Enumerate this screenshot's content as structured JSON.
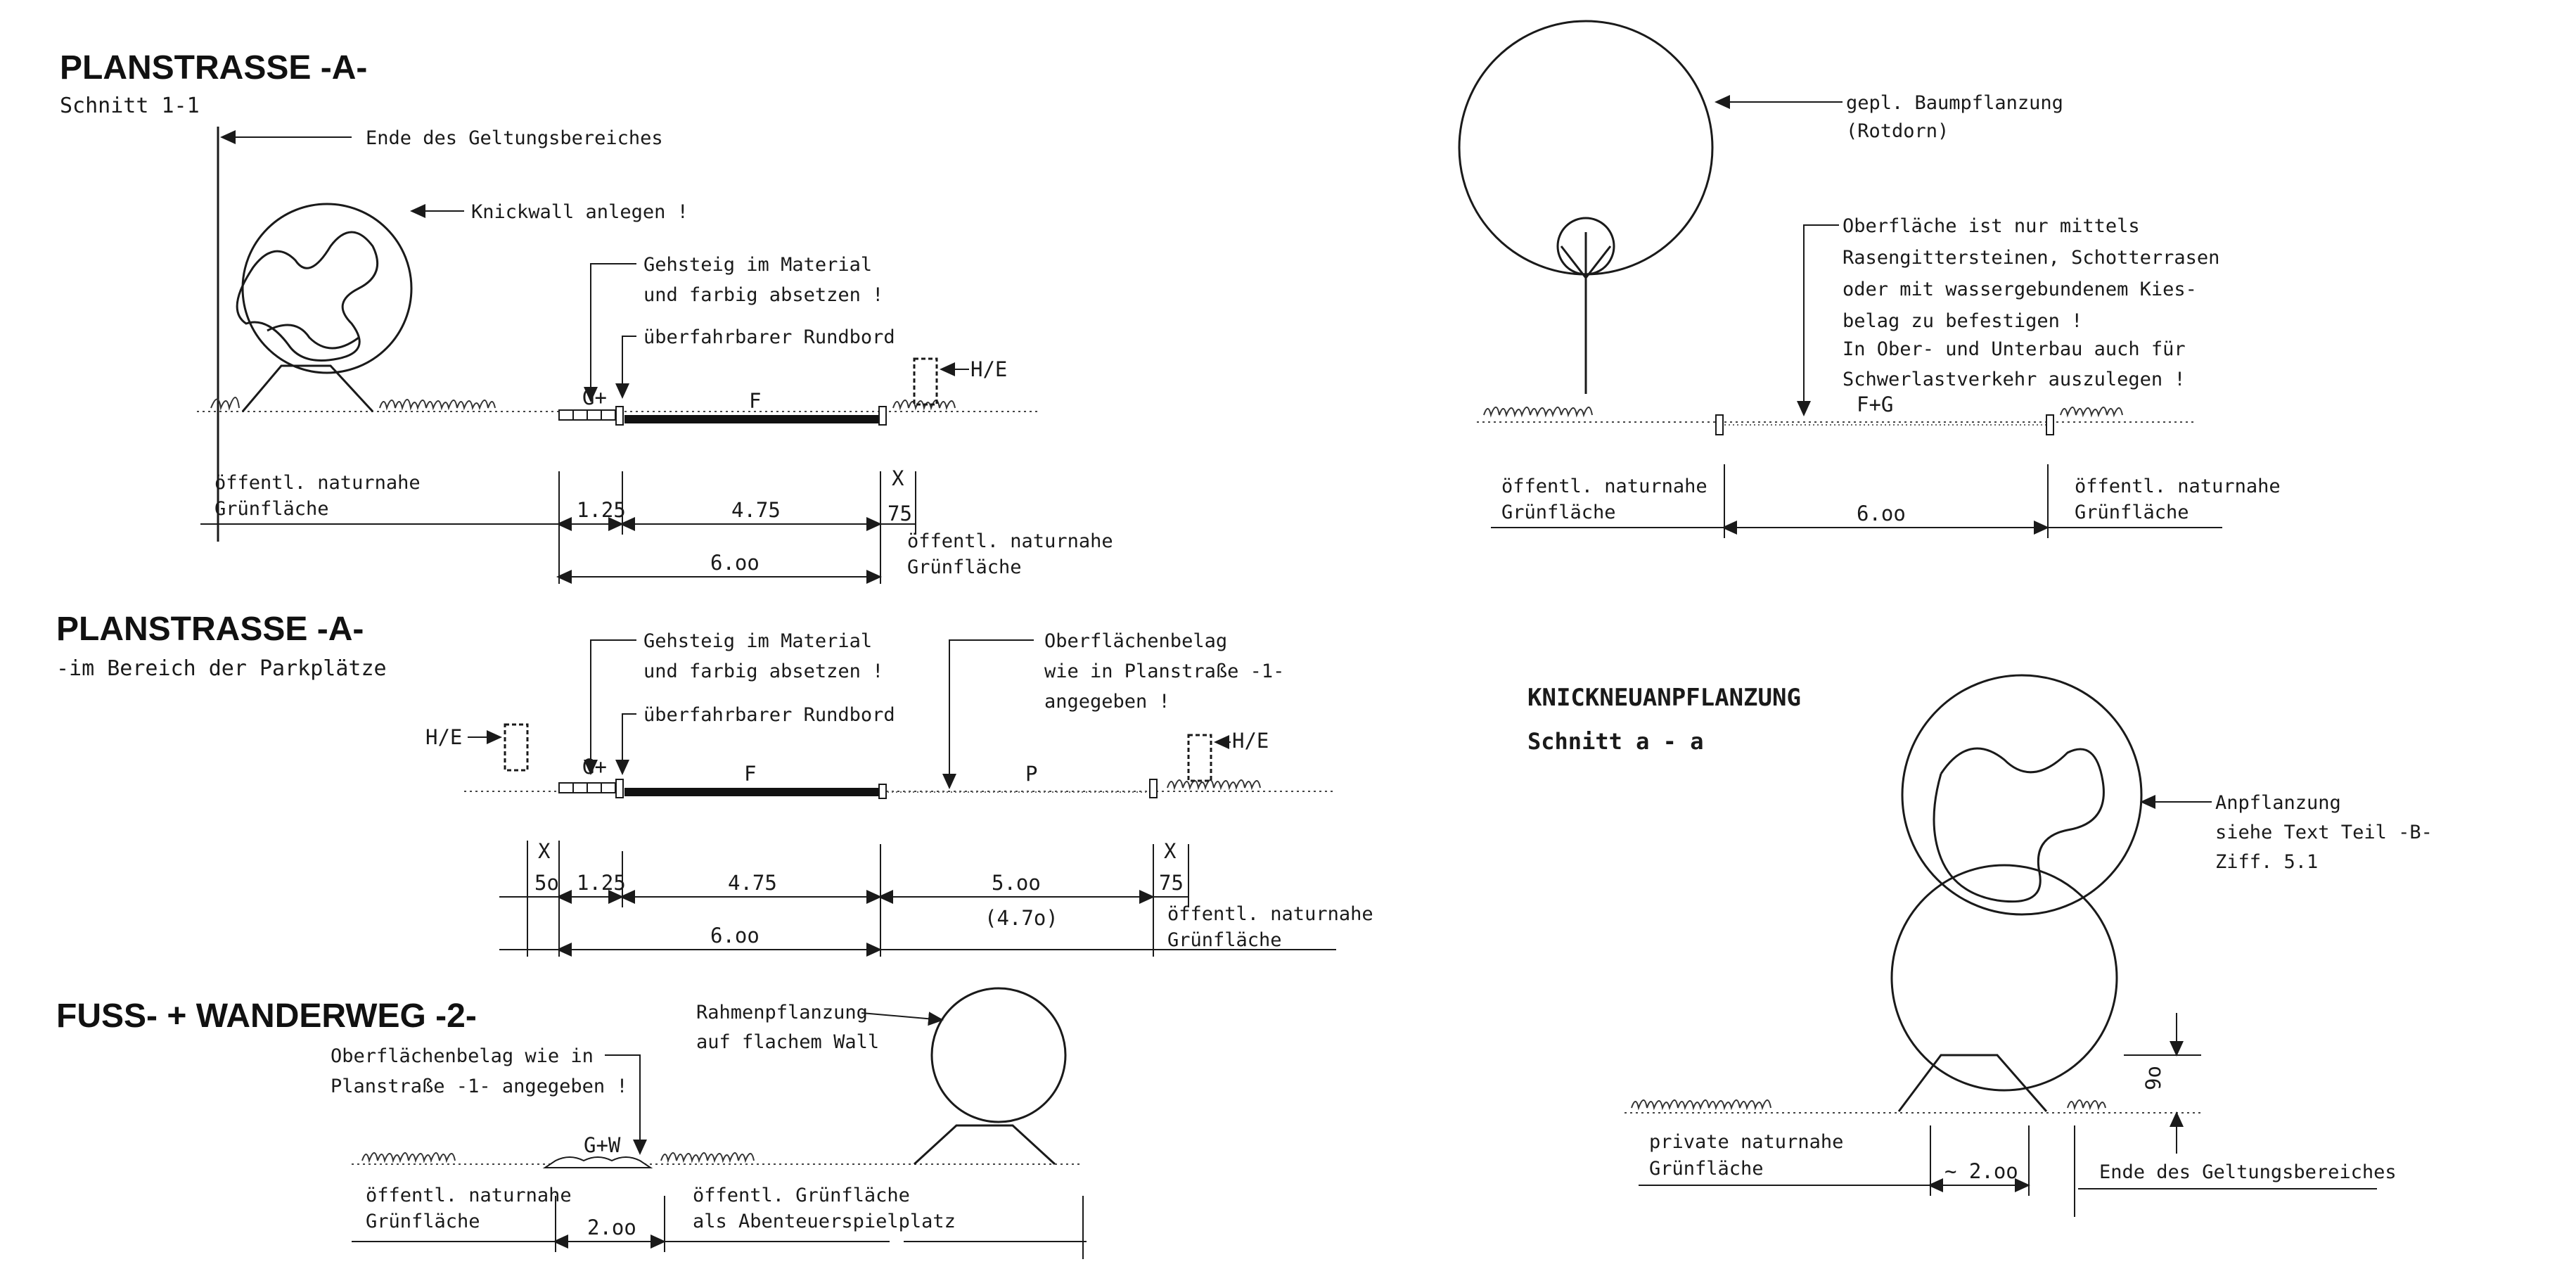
{
  "section1": {
    "title": "PLANSTRASSE -A-",
    "subtitle": "Schnitt 1-1",
    "notes": {
      "limit": "Ende des Geltungsbereiches",
      "knickwall": "Knickwall anlegen !",
      "sidewalk_1": "Gehsteig im Material",
      "sidewalk_2": "und farbig absetzen !",
      "curb": "überfahrbarer Rundbord",
      "he": "H/E",
      "g_plus": "G+",
      "f": "F",
      "green_left_1": "öffentl. naturnahe",
      "green_left_2": "Grünfläche",
      "green_right_1": "öffentl. naturnahe",
      "green_right_2": "Grünfläche",
      "x": "X"
    },
    "dims": {
      "d1": "1.25",
      "d2": "4.75",
      "d3": "75",
      "total": "6.oo"
    }
  },
  "section2": {
    "title": "PLANSTRASSE -A-",
    "subtitle": "-im Bereich der Parkplätze",
    "notes": {
      "sidewalk_1": "Gehsteig im Material",
      "sidewalk_2": "und farbig absetzen !",
      "curb": "überfahrbarer Rundbord",
      "surface_1": "Oberflächenbelag",
      "surface_2": "wie in Planstraße -1-",
      "surface_3": "angegeben !",
      "he_left": "H/E",
      "he_right": "H/E",
      "g_plus": "G+",
      "f": "F",
      "p": "P",
      "x_left": "X",
      "x_right": "X",
      "green_right_1": "öffentl. naturnahe",
      "green_right_2": "Grünfläche"
    },
    "dims": {
      "d0": "5o",
      "d1": "1.25",
      "d2": "4.75",
      "d3": "5.oo",
      "d3b": "(4.7o)",
      "d4": "75",
      "total": "6.oo"
    }
  },
  "section3": {
    "title": "FUSS- + WANDERWEG -2-",
    "notes": {
      "surface_1": "Oberflächenbelag wie in",
      "surface_2": "Planstraße -1- angegeben !",
      "frame_1": "Rahmenpflanzung",
      "frame_2": "auf flachem Wall",
      "gw": "G+W",
      "green_left_1": "öffentl. naturnahe",
      "green_left_2": "Grünfläche",
      "green_right_1": "öffentl. Grünfläche",
      "green_right_2": "als Abenteuerspielplatz"
    },
    "dims": {
      "d1": "2.oo"
    }
  },
  "section4": {
    "notes": {
      "tree_1": "gepl. Baumpflanzung",
      "tree_2": "(Rotdorn)",
      "surface_1": "Oberfläche ist nur mittels",
      "surface_2": "Rasengittersteinen, Schotterrasen",
      "surface_3": "oder mit wassergebundenem Kies-",
      "surface_4": "belag zu befestigen !",
      "surface_5": "In Ober- und Unterbau auch für",
      "surface_6": "Schwerlastverkehr auszulegen !",
      "fg": "F+G",
      "green_left_1": "öffentl. naturnahe",
      "green_left_2": "Grünfläche",
      "green_right_1": "öffentl. naturnahe",
      "green_right_2": "Grünfläche"
    },
    "dims": {
      "d1": "6.oo"
    }
  },
  "section5": {
    "title": "KNICKNEUANPFLANZUNG",
    "subtitle": "Schnitt a - a",
    "notes": {
      "planting_1": "Anpflanzung",
      "planting_2": "siehe Text Teil -B-",
      "planting_3": "Ziff. 5.1",
      "green_left_1": "private naturnahe",
      "green_left_2": "Grünfläche",
      "limit": "Ende des Geltungsbereiches"
    },
    "dims": {
      "d1": "~ 2.oo",
      "h": "9o"
    }
  }
}
